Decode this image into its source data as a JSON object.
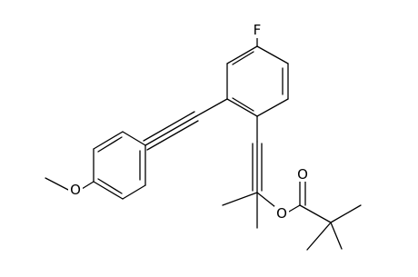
{
  "molecule": {
    "atoms": {
      "fluorine": "F",
      "ether_oxygen": "O",
      "ester_oxygen": "O",
      "carbonyl_oxygen": "O"
    }
  }
}
